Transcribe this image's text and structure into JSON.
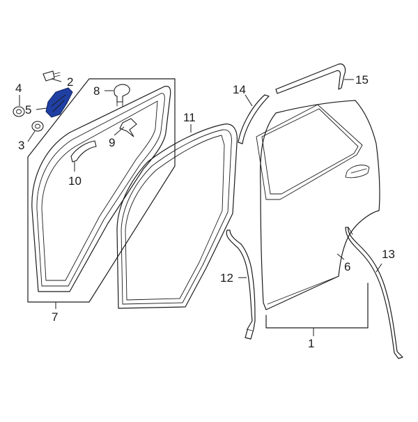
{
  "diagram": {
    "highlight_color": "#1f3fa3",
    "line_color": "#1a1a1a",
    "callouts": {
      "c1": "1",
      "c2": "2",
      "c3": "3",
      "c4": "4",
      "c5": "5",
      "c6": "6",
      "c7": "7",
      "c8": "8",
      "c9": "9",
      "c10": "10",
      "c11": "11",
      "c12": "12",
      "c13": "13",
      "c14": "14",
      "c15": "15"
    }
  }
}
